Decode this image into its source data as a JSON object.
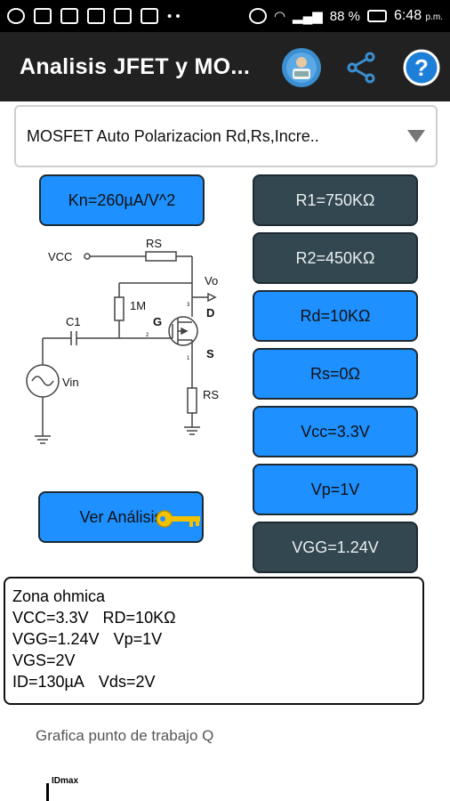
{
  "status_bar": {
    "battery": "88 %",
    "time": "6:48",
    "ampm": "p.m."
  },
  "app_bar": {
    "title": "Analisis JFET y MO...",
    "icons": [
      "user-icon",
      "share-icon",
      "help-icon"
    ]
  },
  "spinner": {
    "selected": "MOSFET Auto Polarizacion Rd,Rs,Incre.."
  },
  "left_buttons": {
    "kn": "Kn=260µA/V^2",
    "ver_analisis": "Ver Análisis"
  },
  "right_buttons": [
    {
      "label": "R1=750KΩ",
      "style": "dark"
    },
    {
      "label": "R2=450KΩ",
      "style": "dark"
    },
    {
      "label": "Rd=10KΩ",
      "style": "blue"
    },
    {
      "label": "Rs=0Ω",
      "style": "blue"
    },
    {
      "label": "Vcc=3.3V",
      "style": "blue"
    },
    {
      "label": "Vp=1V",
      "style": "blue"
    },
    {
      "label": "VGG=1.24V",
      "style": "dark"
    }
  ],
  "circuit": {
    "vcc": "VCC",
    "rs_top": "RS",
    "vo": "Vo",
    "d": "D",
    "r1m": "1M",
    "g": "G",
    "c1": "C1",
    "s": "S",
    "rs_bottom": "RS",
    "vin": "Vin",
    "pin3": "3",
    "pin2": "2",
    "pin1": "1"
  },
  "result": {
    "line1": "Zona ohmica",
    "vcc": "VCC=3.3V",
    "rd": "RD=10KΩ",
    "vgg": "VGG=1.24V",
    "vp": "Vp=1V",
    "vgs": "VGS=2V",
    "id": "ID=130µA",
    "vds": "Vds=2V"
  },
  "graph": {
    "title": "Grafica punto de trabajo Q",
    "idmax": "IDmax"
  },
  "colors": {
    "blue_button": "#1e90ff",
    "dark_button": "#334750",
    "app_bar": "#212121"
  }
}
